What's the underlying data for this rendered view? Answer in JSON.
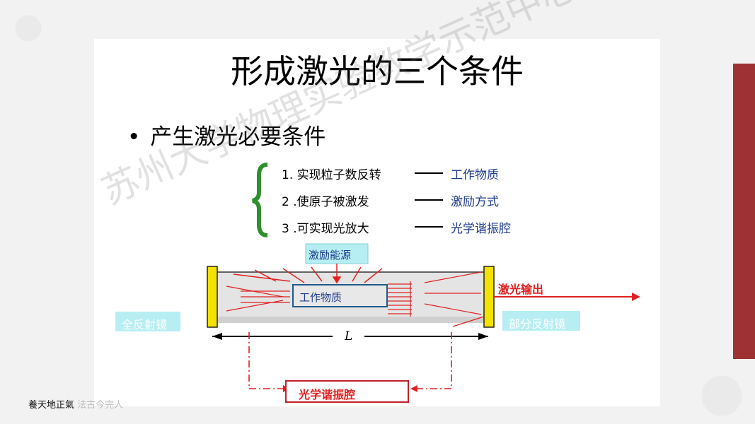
{
  "title": "形成激光的三个条件",
  "bullet": "产生激光必要条件",
  "conditions": [
    {
      "left": "1. 实现粒子数反转",
      "right": "工作物质"
    },
    {
      "left": "2 .使原子被激发",
      "right": "激励方式"
    },
    {
      "left": "3 .可实现光放大",
      "right": "光学谐振腔"
    }
  ],
  "diagram": {
    "pump_source": "激励能源",
    "gain_medium": "工作物质",
    "laser_output": "激光输出",
    "full_mirror": "全反射镜",
    "partial_mirror": "部分反射镜",
    "length_label": "L",
    "cavity": "光学谐振腔"
  },
  "watermark": "苏州大学物理实验教学示范中心",
  "footer": {
    "bold": "養天地正氣",
    "light": "法古今完人"
  },
  "colors": {
    "accent_bar": "#9e3233",
    "red": "#e02020",
    "blue_text": "#1f3b8c",
    "cyan_box": "#b7eef3"
  }
}
